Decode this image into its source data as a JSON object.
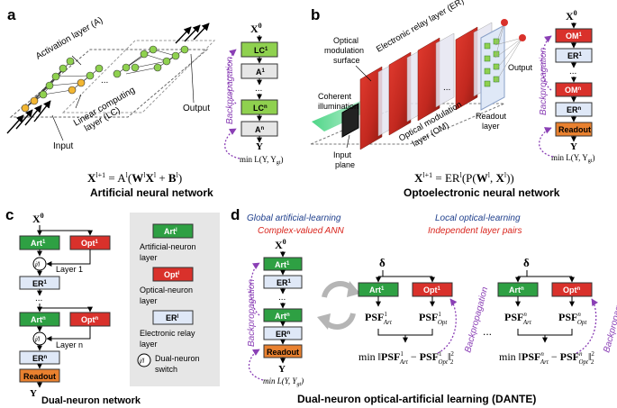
{
  "panel_a": {
    "label": "a",
    "activation_layer": "Activation layer (A)",
    "lc_layer_line1": "Linear computing",
    "lc_layer_line2": "layer (LC)",
    "input": "Input",
    "output": "Output",
    "dots": "...",
    "x0": "X",
    "x0_sup": "0",
    "lc1": "LC",
    "a1": "A",
    "lcn": "LC",
    "an": "A",
    "sup_1": "1",
    "sup_n": "n",
    "y": "Y",
    "loss": "min L(Y, Y",
    "loss_sub": "gt",
    "backprop": "Backpropagation",
    "equation": "X^{l+1} = A^l (W^l X^l + B^l)",
    "title": "Artificial neural network"
  },
  "panel_b": {
    "label": "b",
    "coherent_line1": "Coherent",
    "coherent_line2": "illumination",
    "optical_mod_line1": "Optical",
    "optical_mod_line2": "modulation",
    "optical_mod_line3": "surface",
    "er_layer": "Electronic relay layer (ER)",
    "input_plane_line1": "Input",
    "input_plane_line2": "plane",
    "om_layer_line1": "Optical modulation",
    "om_layer_line2": "layer (OM)",
    "readout_layer_line1": "Readout",
    "readout_layer_line2": "layer",
    "output": "Output",
    "om1": "OM",
    "er1": "ER",
    "omn": "OM",
    "ern": "ER",
    "readout": "Readout",
    "backprop": "Backpropagation",
    "equation": "X^{l+1} = ER^l (P(W^l, X^l))",
    "title": "Optoelectronic neural network"
  },
  "panel_c": {
    "label": "c",
    "x0": "X",
    "art": "Art",
    "opt": "Opt",
    "er": "ER",
    "layer1": "Layer 1",
    "layern": "Layer n",
    "readout": "Readout",
    "y": "Y",
    "title": "Dual-neuron network",
    "legend_art": "Art",
    "legend_opt": "Opt",
    "legend_er": "ER",
    "legend_art_desc1": "Artificial-neuron",
    "legend_art_desc2": "layer",
    "legend_opt_desc1": "Optical-neuron",
    "legend_opt_desc2": "layer",
    "legend_er_desc1": "Electronic relay",
    "legend_er_desc2": "layer",
    "legend_switch_desc1": "Dual-neuron",
    "legend_switch_desc2": "switch"
  },
  "panel_d": {
    "label": "d",
    "global_line1": "Global artificial-learning",
    "global_line2": "Complex-valued ANN",
    "local_line1": "Local optical-learning",
    "local_line2": "Independent layer pairs",
    "x0": "X",
    "art": "Art",
    "er": "ER",
    "readout": "Readout",
    "y": "Y",
    "loss": "min L(Y, Y",
    "loss_sub": "gt",
    "delta": "δ",
    "opt": "Opt",
    "psf": "PSF",
    "art_sub": "Art",
    "opt_sub": "Opt",
    "backprop": "Backpropagation",
    "min": "min",
    "title": "Dual-neuron optical-artificial learning (DANTE)"
  },
  "colors": {
    "green": "#2ea043",
    "green_light": "#8fd14f",
    "red": "#d9312b",
    "light_blue": "#dfe8f7",
    "orange": "#e9812f",
    "grey": "#e6e6e6",
    "purple": "#8a3fb5",
    "navy": "#1f3f8c",
    "red_text": "#d9251d"
  }
}
